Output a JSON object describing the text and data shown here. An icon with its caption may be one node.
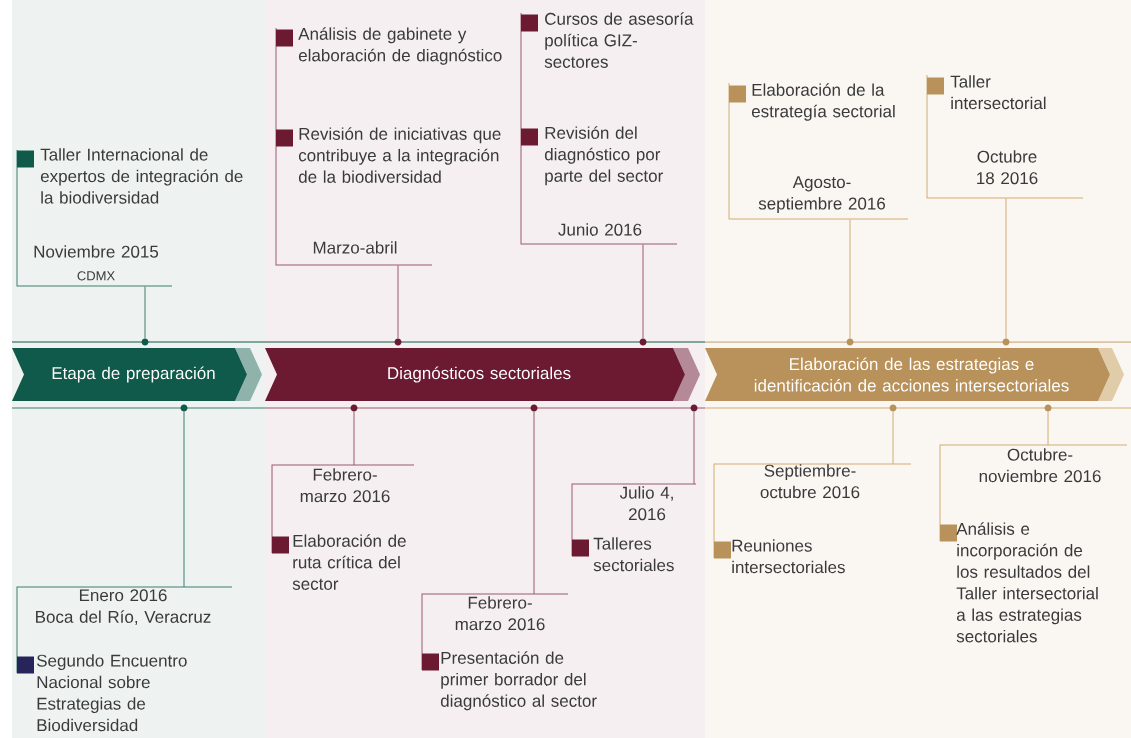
{
  "diagram": {
    "nodes": [
      {
        "text": [
          "Etapa de preparación"
        ]
      },
      {
        "text": [
          "Diagnósticos sectoriales"
        ]
      },
      {
        "text": [
          "Elaboración de las estrategias e identificación de acciones intersectoriales"
        ]
      },
      {
        "text": [
          "Taller Internacional de expertos de integración de la biodiversidad",
          "Noviembre 2015",
          "CDMX"
        ]
      },
      {
        "text": [
          "Análisis de gabinete y elaboración de diagnóstico",
          "Revisión de iniciativas que contribuye a la integración de la biodiversidad",
          "Marzo-abril"
        ]
      },
      {
        "text": [
          "Cursos de asesoría política GIZ-sectores",
          "Revisión del diagnóstico por parte del sector",
          "Junio 2016"
        ]
      },
      {
        "text": [
          "Elaboración de la estrategía sectorial",
          "Agosto-septiembre 2016"
        ]
      },
      {
        "text": [
          "Taller intersectorial",
          "Octubre 18 2016"
        ]
      },
      {
        "text": [
          "Enero 2016",
          "Boca del Río, Veracruz",
          "Segundo Encuentro Nacional sobre Estrategias de Biodiversidad"
        ]
      },
      {
        "text": [
          "Febrero-marzo 2016",
          "Elaboración de ruta crítica del sector"
        ]
      },
      {
        "text": [
          "Febrero-marzo 2016",
          "Presentación de primer borrador del diagnóstico al sector"
        ]
      },
      {
        "text": [
          "Julio 4, 2016",
          "Talleres sectoriales"
        ]
      },
      {
        "text": [
          "Septiembre-octubre 2016",
          "Reuniones intersectoriales"
        ]
      },
      {
        "text": [
          "Octubre- noviembre 2016",
          "Análisis e incorporación de los resultados del Taller intersectorial a las estrategias sectoriales"
        ]
      },
      {
        "text": [],
        "shape": "circle"
      },
      {
        "text": [],
        "shape": "circle"
      },
      {
        "text": [],
        "shape": "circle"
      },
      {
        "text": [],
        "shape": "circle"
      },
      {
        "text": [],
        "shape": "circle"
      },
      {
        "text": [],
        "shape": "circle"
      },
      {
        "text": [],
        "shape": "circle"
      },
      {
        "text": [],
        "shape": "circle"
      },
      {
        "text": [],
        "shape": "circle"
      },
      {
        "text": [],
        "shape": "circle"
      },
      {
        "text": [],
        "shape": "circle"
      }
    ],
    "edges": [
      {
        "from": 3,
        "to": 14,
        "arrow": "none",
        "color": "#3d7f70"
      },
      {
        "from": 4,
        "to": 15,
        "arrow": "none"
      },
      {
        "from": 5,
        "to": 16,
        "arrow": "none"
      },
      {
        "from": 6,
        "to": 17,
        "arrow": "none",
        "color": "#d2ac74"
      },
      {
        "from": 7,
        "to": 18,
        "arrow": "none",
        "color": "#d2ac74"
      },
      {
        "from": 8,
        "to": 19,
        "arrow": "none",
        "color": "#3d7f70"
      },
      {
        "from": 9,
        "to": 20,
        "arrow": "none"
      },
      {
        "from": 10,
        "to": 21,
        "arrow": "none"
      },
      {
        "from": 11,
        "to": 22,
        "arrow": "none"
      },
      {
        "from": 12,
        "to": 23,
        "arrow": "none",
        "color": "#d2ac74"
      },
      {
        "from": 13,
        "to": 24,
        "arrow": "none",
        "color": "#d2ac74"
      }
    ]
  }
}
